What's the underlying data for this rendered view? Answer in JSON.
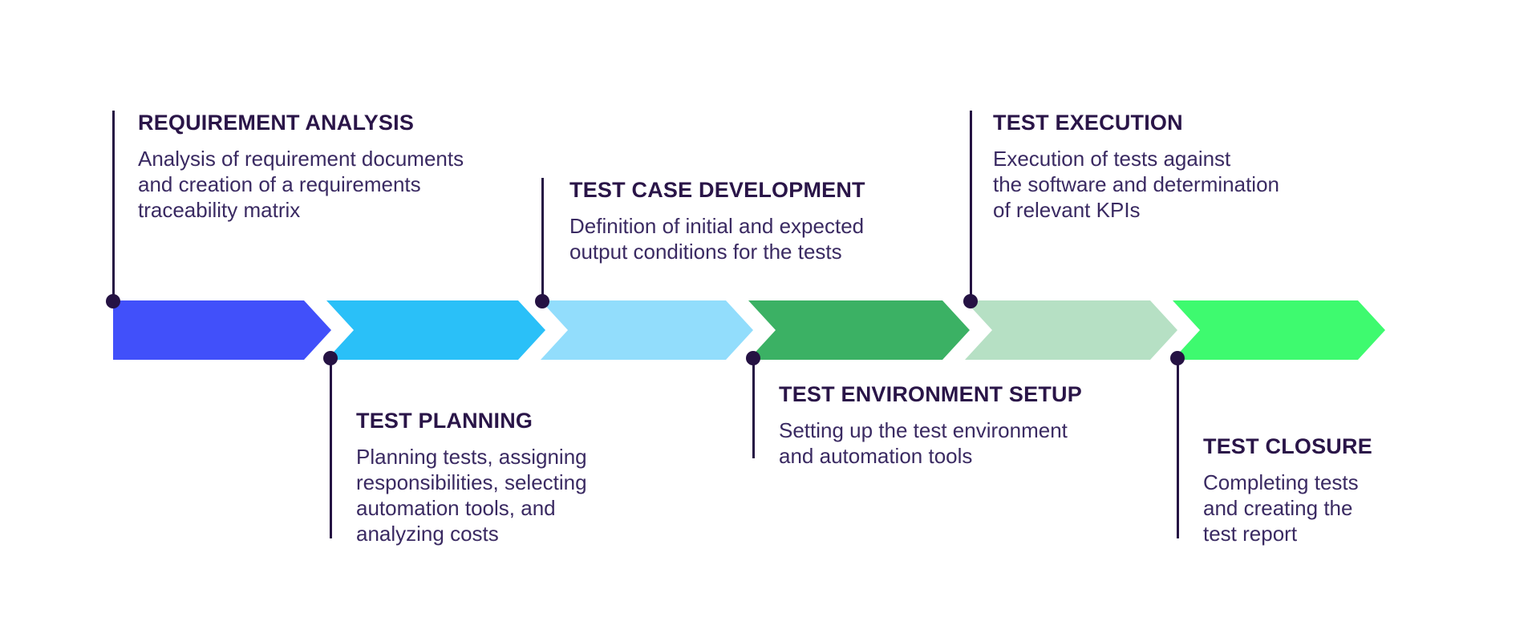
{
  "colors": {
    "background": "#ffffff",
    "connector": "#251243",
    "title_text": "#2a1548",
    "description_text": "#3a2a62"
  },
  "phases": [
    {
      "name": "REQUIREMENT ANALYSIS",
      "description": "Analysis of requirement documents\nand creation of a requirements\ntraceability matrix",
      "color": "#4150fa",
      "label_position": "top"
    },
    {
      "name": "TEST PLANNING",
      "description": "Planning tests, assigning\nresponsibilities, selecting\nautomation tools, and\nanalyzing costs",
      "color": "#2ac0f8",
      "label_position": "bottom"
    },
    {
      "name": "TEST CASE DEVELOPMENT",
      "description": "Definition of initial and expected\noutput conditions for the tests",
      "color": "#92ddfc",
      "label_position": "top"
    },
    {
      "name": "TEST ENVIRONMENT SETUP",
      "description": "Setting up the test environment\nand automation tools",
      "color": "#3bb164",
      "label_position": "bottom"
    },
    {
      "name": "TEST EXECUTION",
      "description": "Execution of tests against\nthe software and determination\nof relevant KPIs",
      "color": "#b6e0c4",
      "label_position": "top"
    },
    {
      "name": "TEST CLOSURE",
      "description": "Completing tests\nand creating the\ntest report",
      "color": "#3efa6f",
      "label_position": "bottom"
    }
  ]
}
